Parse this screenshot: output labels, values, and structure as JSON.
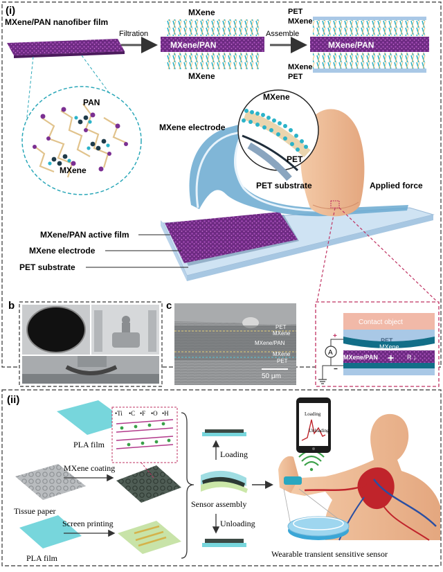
{
  "colors": {
    "mxene": "#2bb3c9",
    "mxene_dark": "#126e88",
    "pan": "#8a3c9c",
    "pet": "#b9d4ec",
    "pla": "#77d6dc",
    "frame_dash": "#bf3161",
    "finger": "#f0a58a"
  },
  "panel_i": {
    "label": "(i)",
    "top": {
      "film_title": "MXene/PAN nanofiber film",
      "filtration": "Filtration",
      "assemble": "Assemble",
      "stack1": {
        "top": "MXene",
        "middle": "MXene/PAN",
        "bottom": "MXene"
      },
      "stack2": {
        "pet_top": "PET",
        "mxene_top": "MXene",
        "middle": "MXene/PAN",
        "mxene_bottom": "MXene",
        "pet_bottom": "PET"
      }
    },
    "zoom": {
      "pan": "PAN",
      "mxene": "MXene"
    },
    "device": {
      "mxene_electrode_top": "MXene electrode",
      "circle_mxene": "MXene",
      "circle_pet": "PET",
      "pet_substrate_top": "PET substrate",
      "applied_force": "Applied force",
      "active_film": "MXene/PAN active film",
      "mxene_electrode": "MXene electrode",
      "pet_substrate": "PET substrate"
    }
  },
  "panel_b": {
    "label": "b"
  },
  "panel_c": {
    "label": "c",
    "layers": [
      "PET",
      "MXene",
      "MXene/PAN",
      "MXene",
      "PET"
    ],
    "scale": "50 μm"
  },
  "panel_circuit": {
    "contact": "Contact object",
    "pet": "PET",
    "mxene": "MXene",
    "mxene_pan": "MXene/PAN",
    "resistance": "R ↓",
    "ammeter": "A",
    "plus": "+",
    "minus": "−",
    "cross": "+"
  },
  "panel_ii": {
    "label": "(ii)",
    "pla_film_top": "PLA film",
    "chem": [
      "•Ti",
      "•C",
      "•F",
      "•O",
      "•H"
    ],
    "tissue_paper": "Tissue paper",
    "mxene_coating": "MXene coating",
    "screen_printing": "Screen printing",
    "pla_film_bottom": "PLA film",
    "loading": "Loading",
    "sensor_assembly": "Sensor assembly",
    "unloading": "Unloading",
    "phone_loading": "Loading",
    "phone_unloading": "Unloading",
    "wearable": "Wearable transient sensitive sensor"
  }
}
